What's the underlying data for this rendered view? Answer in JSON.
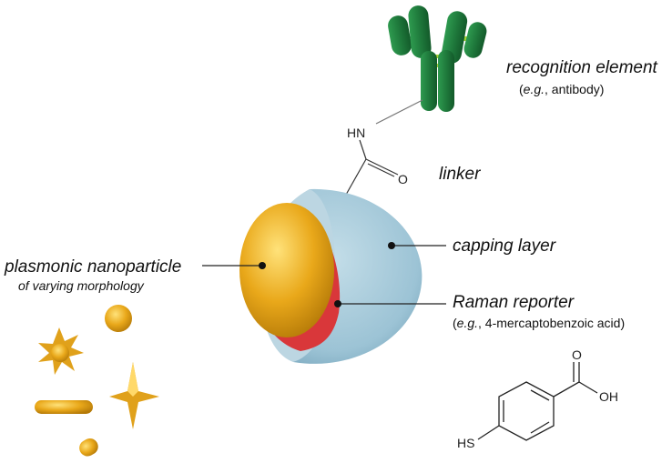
{
  "labels": {
    "recognition_title": "recognition element",
    "recognition_sub_eg": "e.g.",
    "recognition_sub_rest": ", antibody)",
    "linker": "linker",
    "capping_layer": "capping layer",
    "nanoparticle_title": "plasmonic nanoparticle",
    "nanoparticle_sub": "of varying morphology",
    "raman_title": "Raman reporter",
    "raman_sub_eg": "e.g.",
    "raman_sub_rest": ", 4-mercaptobenzoic acid)"
  },
  "chem": {
    "amide_nh": "HN",
    "amide_o": "O",
    "acid_o": "O",
    "acid_oh": "OH",
    "thiol_sh": "HS"
  },
  "colors": {
    "antibody": "#1f7a3c",
    "antibody_hinge": "#a6d433",
    "gold": "#e9a81a",
    "gold_light": "#ffe27a",
    "raman": "#d9373a",
    "capping": "#9cc3d5",
    "capping_dark": "#6f9fb6",
    "line": "#222222"
  },
  "icons": [
    "antibody-icon",
    "nanosphere-icon",
    "nanostar-icon",
    "nanorod-icon",
    "nanoprism-icon",
    "small-nanorod-icon"
  ]
}
